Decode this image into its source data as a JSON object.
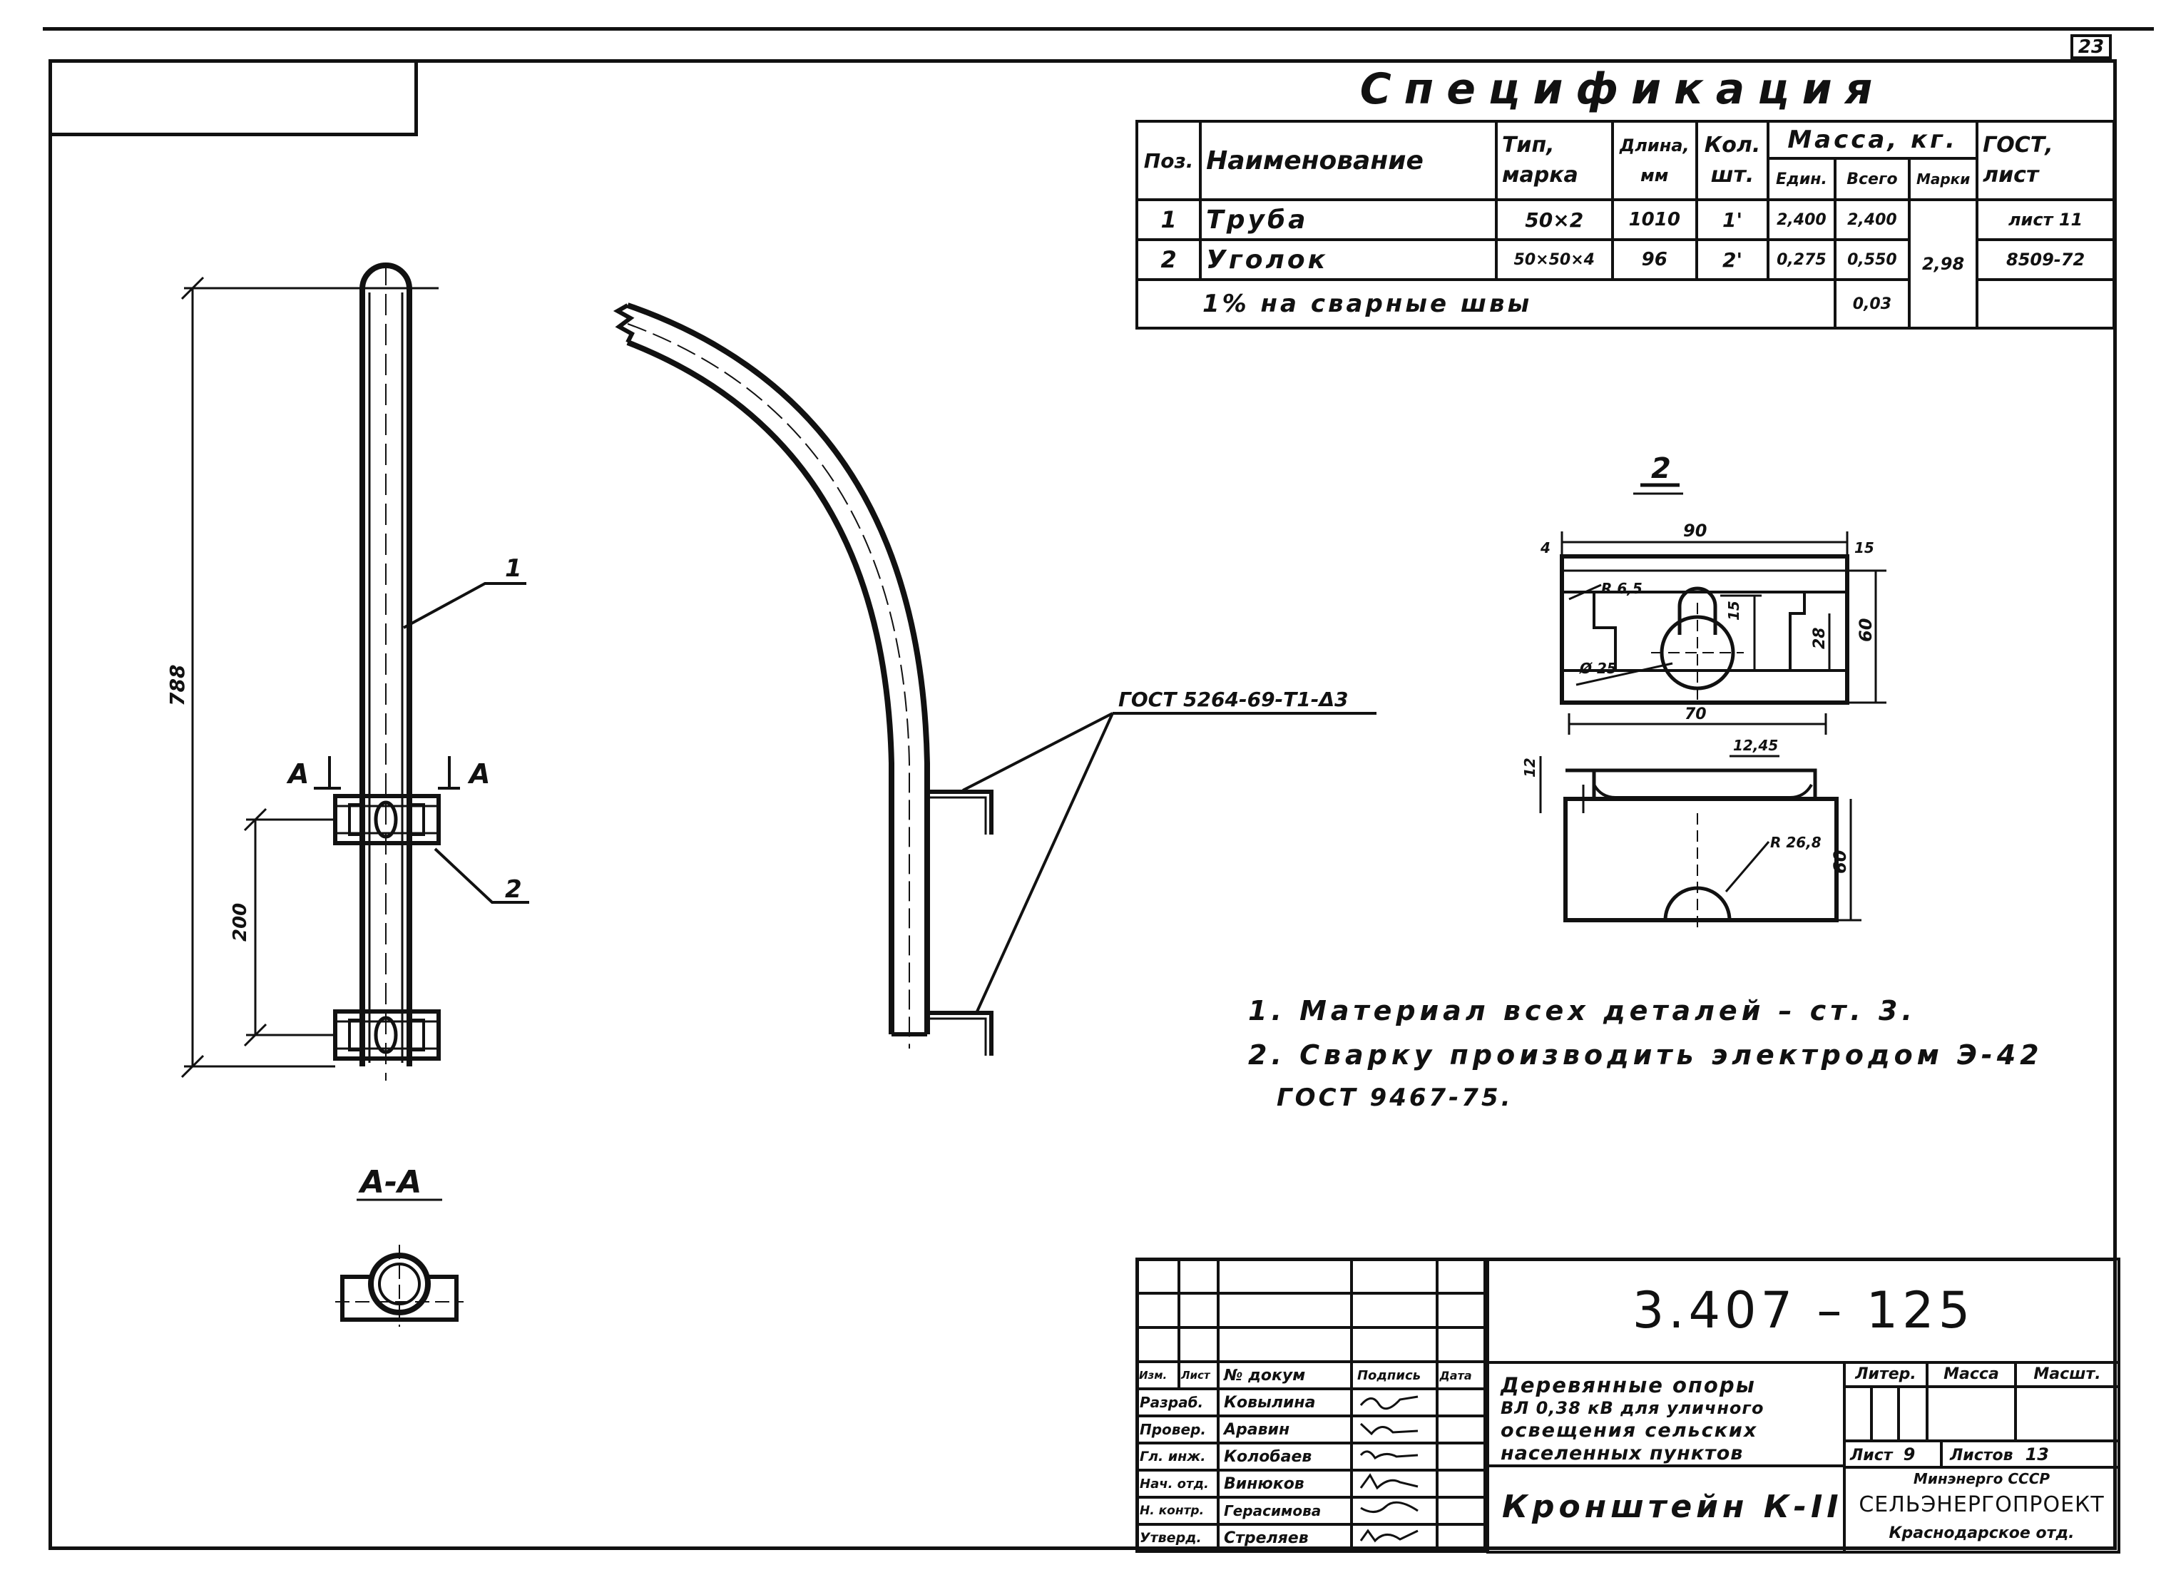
{
  "sheet_corner_number": "23",
  "spec": {
    "title": "Спецификация",
    "headers": {
      "pos": "Поз.",
      "name": "Наименование",
      "type": [
        "Тип,",
        "марка"
      ],
      "length": [
        "Длина,",
        "мм"
      ],
      "qty": [
        "Кол.",
        "шт."
      ],
      "mass": "Масса, кг.",
      "mass_unit": "Един.",
      "mass_total": "Всего",
      "mass_brand": "Марки",
      "gost": [
        "ГОСТ,",
        "лист"
      ]
    },
    "rows": [
      {
        "pos": "1",
        "name": "Труба",
        "type": "50×2",
        "length": "1010",
        "qty": "1'",
        "unit": "2,400",
        "total": "2,400",
        "gost": "лист 11"
      },
      {
        "pos": "2",
        "name": "Уголок",
        "type": "50×50×4",
        "length": "96",
        "qty": "2'",
        "unit": "0,275",
        "total": "0,550",
        "gost": "8509-72"
      }
    ],
    "mass_brand_value": "2,98",
    "weld_row": {
      "label": "1% на сварные швы",
      "total": "0,03"
    }
  },
  "drawing": {
    "dim_height": "788",
    "dim_spacing": "200",
    "section_mark": "А",
    "callout_1": "1",
    "callout_2": "2",
    "weld_gost": "ГОСТ 5264-69-Т1-Δ3",
    "section_title": "А-А",
    "detail_title": "2",
    "detail_dims": {
      "top_width": "90",
      "small_left": "4",
      "small_right": "15",
      "radius_left": "R 6,5",
      "hole_height": "15",
      "hole_dia": "Ø 25",
      "inner_height": "28",
      "total_height": "60",
      "bottom_width": "70",
      "slot": "12,45",
      "left_height": "12",
      "radius_bottom": "R 26,8",
      "front_height": "60"
    }
  },
  "notes": [
    "1. Материал всех деталей – ст. 3.",
    "2. Сварку производить электродом Э-42",
    "ГОСТ 9467-75."
  ],
  "title_block": {
    "doc_number": "3.407 – 125",
    "description": [
      "Деревянные опоры",
      "ВЛ 0,38 кВ для уличного",
      "освещения сельских",
      "населенных пунктов"
    ],
    "drawing_name": "Кронштейн К-II",
    "col_headers": {
      "izm": "Изм.",
      "list": "Лист",
      "ndoc": "№ докум",
      "sign": "Подпись",
      "date": "Дата"
    },
    "roles": [
      {
        "role": "Разраб.",
        "name": "Ковылина"
      },
      {
        "role": "Провер.",
        "name": "Аравин"
      },
      {
        "role": "Гл. инж.",
        "name": "Колобаев"
      },
      {
        "role": "Нач. отд.",
        "name": "Винюков"
      },
      {
        "role": "Н. контр.",
        "name": "Герасимова"
      },
      {
        "role": "Утверд.",
        "name": "Стреляев"
      }
    ],
    "litera_label": "Литер.",
    "mass_label": "Масса",
    "scale_label": "Масшт.",
    "sheet_label": "Лист",
    "sheet_value": "9",
    "sheets_label": "Листов",
    "sheets_value": "13",
    "org_line1": "Минэнерго СССР",
    "org_name": "СЕЛЬЭНЕРГОПРОЕКТ",
    "org_line3": "Краснодарское отд."
  }
}
